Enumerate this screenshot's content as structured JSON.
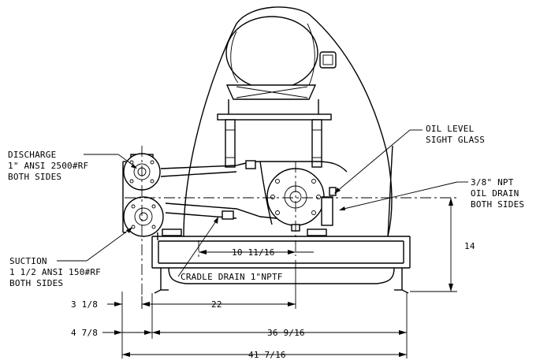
{
  "labels": {
    "discharge_title": "DISCHARGE",
    "discharge_spec": "1\" ANSI 2500#RF",
    "discharge_sides": "BOTH SIDES",
    "suction_title": "SUCTION",
    "suction_spec": "1 1/2 ANSI 150#RF",
    "suction_sides": "BOTH SIDES",
    "oil_level_line1": "OIL LEVEL",
    "oil_level_line2": "SIGHT GLASS",
    "oil_drain_line1": "3/8\" NPT",
    "oil_drain_line2": "OIL DRAIN",
    "oil_drain_line3": "BOTH SIDES",
    "cradle_drain": "CRADLE DRAIN 1\"NPTF"
  },
  "dimensions": {
    "d_10_11_16": "10 11/16",
    "d_14": "14",
    "d_3_1_8": "3 1/8",
    "d_22": "22",
    "d_4_7_8": "4 7/8",
    "d_36_9_16": "36 9/16",
    "d_41_7_16": "41 7/16"
  },
  "colors": {
    "ink": "#000000",
    "paper": "#ffffff"
  }
}
